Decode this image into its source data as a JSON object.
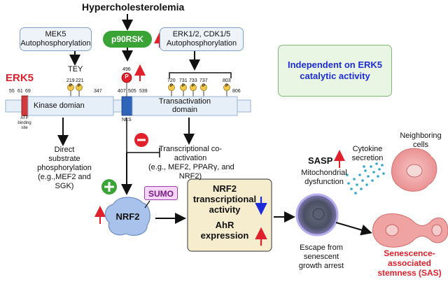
{
  "title": "Hypercholesterolemia",
  "kinase_p90rsk": "p90RSK",
  "mek5_box": {
    "line1": "MEK5",
    "line2": "Autophosphorylation"
  },
  "erk_cdk_box": {
    "line1": "ERK1/2, CDK1/5",
    "line2": "Autophosphorylation"
  },
  "independent_box": {
    "line1": "Independent on ERK5",
    "line2": "catalytic activity"
  },
  "protein": {
    "name": "ERK5",
    "tey": "TEY",
    "positions": {
      "p55": "55",
      "p61": "61",
      "p69": "69",
      "p219": "219",
      "p221": "221",
      "p347": "347",
      "p496": "496",
      "p407": "407",
      "p505": "505",
      "p539": "539",
      "p720": "720",
      "p731": "731",
      "p733": "733",
      "p737": "737",
      "p803": "803",
      "p806": "806"
    },
    "atp_site": {
      "line1": "ATP",
      "line2": "binding",
      "line3": "site"
    },
    "kinase_domain": "Kinase domian",
    "nls": "NLS",
    "transactivation": {
      "line1": "Transactivation",
      "line2": "domain"
    },
    "phospho_label": "P"
  },
  "direct_phos": {
    "line1": "Direct",
    "line2": "substrate",
    "line3": "phosphorylation",
    "line4": "(e.g.,MEF2 and",
    "line5": "SGK)"
  },
  "transcriptional": {
    "line1": "Transcriptional co-",
    "line2": "activation",
    "line3": "(e.g., MEF2, PPARγ, and",
    "line4": "NRF2)"
  },
  "sumo": "SUMO",
  "nrf2": "NRF2",
  "center_box": {
    "line1": "NRF2",
    "line2": "transcriptional",
    "line3": "activity",
    "line4": "AhR",
    "line5": "expression"
  },
  "sasp": "SASP",
  "mito": {
    "line1": "Mitochondrial",
    "line2": "dysfunction"
  },
  "cytokine": {
    "line1": "Cytokine",
    "line2": "secretion"
  },
  "neighboring": {
    "line1": "Neighboring",
    "line2": "cells"
  },
  "escape": {
    "line1": "Escape from",
    "line2": "senescent",
    "line3": "growth arrest"
  },
  "sas": {
    "line1": "Senescence-",
    "line2": "associated",
    "line3": "stemness (SAS)"
  },
  "colors": {
    "red": "#e0202a",
    "green": "#3aa335",
    "blue": "#1d2bd8",
    "gold": "#f2c84b",
    "box_blue": "#eef3fa",
    "box_green": "#eaf6e4",
    "tan": "#f6edcf"
  }
}
